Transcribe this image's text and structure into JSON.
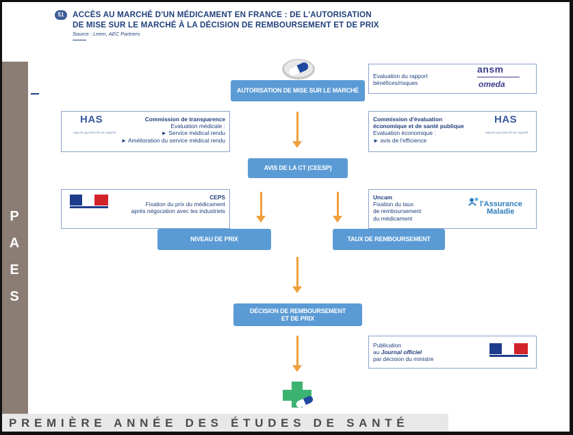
{
  "side_label": [
    "P",
    "A",
    "E",
    "S"
  ],
  "bottom_banner": "PREMIÈRE ANNÉE DES ÉTUDES DE SANTÉ",
  "header": {
    "badge": "51",
    "title_line1": "ACCÈS AU MARCHÉ D'UN MÉDICAMENT EN FRANCE : DE L'AUTORISATION",
    "title_line2": "DE MISE SUR LE MARCHÉ À LA DÉCISION DE REMBOURSEMENT ET DE PRIX",
    "source": "Source : Leem, AEC Partners"
  },
  "steps": {
    "amm": "AUTORISATION DE MISE SUR LE MARCHÉ",
    "avis": "AVIS DE LA CT (CEESP)",
    "niveau": "NIVEAU DE PRIX",
    "taux": "TAUX DE REMBOURSEMENT",
    "decision_line1": "DÉCISION DE REMBOURSEMENT",
    "decision_line2": "ET DE PRIX"
  },
  "boxes": {
    "ansm": {
      "line1": "Evaluation du rapport",
      "line2": "bénéfices/risques",
      "logo_text": "ansm",
      "logo_text2": "omeda"
    },
    "has_ct": {
      "title": "Commission de transparence",
      "line1": "Evaluation médicale :",
      "line2": "► Service médical rendu",
      "line3": "► Amélioration du service médical rendu",
      "logo": "HAS",
      "logo_sub": "HAUTE AUTORITÉ DE SANTÉ"
    },
    "ceesp": {
      "title1": "Commission d'évaluation",
      "title2": "économique et de santé publique",
      "line1": "Evaluation économique :",
      "line2": "► avis de l'efficience",
      "logo": "HAS",
      "logo_sub": "HAUTE AUTORITÉ DE SANTÉ"
    },
    "ceps": {
      "title": "CEPS",
      "line1": "Fixation du prix du médicament",
      "line2": "après négocation avec les industriels"
    },
    "uncam": {
      "title": "Uncam",
      "line1": "Fixation du taux",
      "line2": "de remboursement",
      "line3": "du médicament",
      "logo1": "l'Assurance",
      "logo2": "Maladie"
    },
    "jo": {
      "line1": "Publication",
      "line2a": "au ",
      "line2b": "Journal officiel",
      "line3": "par décision du ministre"
    }
  },
  "colors": {
    "accent_blue": "#5b9bd5",
    "title_blue": "#1f3f7a",
    "arrow_orange": "#f0a03c",
    "sidebar": "#8b7d74"
  }
}
